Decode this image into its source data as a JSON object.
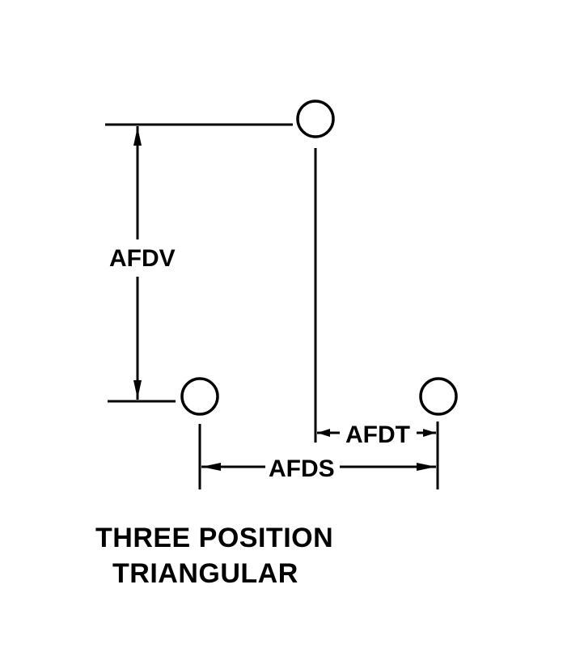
{
  "diagram": {
    "labels": {
      "vertical_spacing": "AFDV",
      "spacing": "AFDS",
      "triangular_offset": "AFDT"
    },
    "caption": {
      "line1": "THREE POSITION",
      "line2": "TRIANGULAR"
    },
    "line_color": "#000000",
    "background_color": "#ffffff",
    "pins": [
      {
        "id": "top-center"
      },
      {
        "id": "bottom-left"
      },
      {
        "id": "bottom-right"
      }
    ]
  }
}
